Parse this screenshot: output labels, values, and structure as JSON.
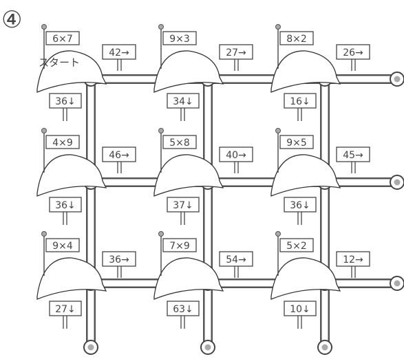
{
  "puzzle_number": "④",
  "start_label": "スタート",
  "flags": [
    {
      "text": "6×7"
    },
    {
      "text": "9×3"
    },
    {
      "text": "8×2"
    },
    {
      "text": "4×9"
    },
    {
      "text": "5×8"
    },
    {
      "text": "9×5"
    },
    {
      "text": "9×4"
    },
    {
      "text": "7×9"
    },
    {
      "text": "5×2"
    }
  ],
  "right_signs": [
    {
      "text": "42→"
    },
    {
      "text": "27→"
    },
    {
      "text": "26→"
    },
    {
      "text": "46→"
    },
    {
      "text": "40→"
    },
    {
      "text": "45→"
    },
    {
      "text": "36→"
    },
    {
      "text": "54→"
    },
    {
      "text": "12→"
    }
  ],
  "down_signs": [
    {
      "text": "36↓"
    },
    {
      "text": "34↓"
    },
    {
      "text": "16↓"
    },
    {
      "text": "36↓"
    },
    {
      "text": "37↓"
    },
    {
      "text": "36↓"
    },
    {
      "text": "27↓"
    },
    {
      "text": "63↓"
    },
    {
      "text": "10↓"
    }
  ]
}
